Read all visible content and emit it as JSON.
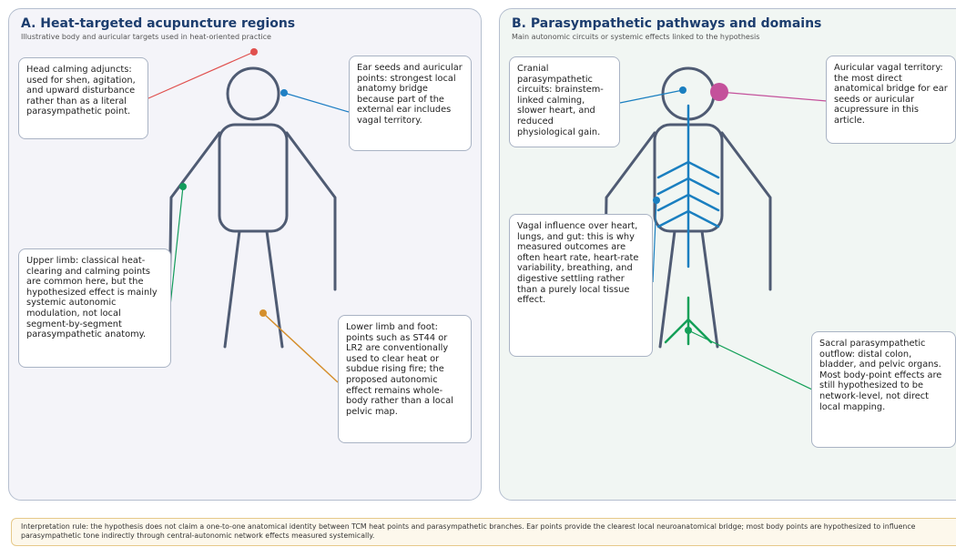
{
  "panel_a": {
    "title": "A. Heat-targeted acupuncture regions",
    "subtitle": "Illustrative body and auricular targets used in heat-oriented practice",
    "boxes": {
      "head": "Head calming adjuncts: used for shen, agitation, and upward disturbance rather than as a literal parasympathetic point.",
      "ear": "Ear seeds and auricular points: strongest local anatomy bridge because part of the external ear includes vagal territory.",
      "upper_limb": "Upper limb: classical heat-clearing and calming points are common here, but the hypothesized effect is mainly systemic autonomic modulation, not local segment-by-segment parasympathetic anatomy.",
      "lower_limb": "Lower limb and foot: points such as ST44 or LR2 are conventionally used to clear heat or subdue rising fire; the proposed autonomic effect remains whole-body rather than a local pelvic map."
    }
  },
  "panel_b": {
    "title": "B. Parasympathetic pathways and domains",
    "subtitle": "Main autonomic circuits or systemic effects linked to the hypothesis",
    "boxes": {
      "cranial": "Cranial parasympathetic circuits: brainstem-linked calming, slower heart, and reduced physiological gain.",
      "auricular": "Auricular vagal territory: the most direct anatomical bridge for ear seeds or auricular acupressure in this article.",
      "vagal": "Vagal influence over heart, lungs, and gut: this is why measured outcomes are often heart rate, heart-rate variability, breathing, and digestive settling rather than a purely local tissue effect.",
      "sacral": "Sacral parasympathetic outflow: distal colon, bladder, and pelvic organs. Most body-point effects are still hypothesized to be network-level, not direct local mapping."
    }
  },
  "footer": "Interpretation rule: the hypothesis does not claim a one-to-one anatomical identity between TCM heat points and parasympathetic branches. Ear points provide the clearest local neuroanatomical bridge; most body points are hypothesized to influence parasympathetic tone indirectly through central-autonomic network effects measured systemically.",
  "colors": {
    "body_outline": "#4f5b73",
    "head_marker": "#e0504e",
    "ear_marker": "#1f7fc4",
    "upper_limb_marker": "#129b5b",
    "lower_limb_marker": "#d58f2c",
    "vagal_blue": "#1a7fc0",
    "auricular_magenta": "#c4519b",
    "sacral_green": "#14a058"
  }
}
